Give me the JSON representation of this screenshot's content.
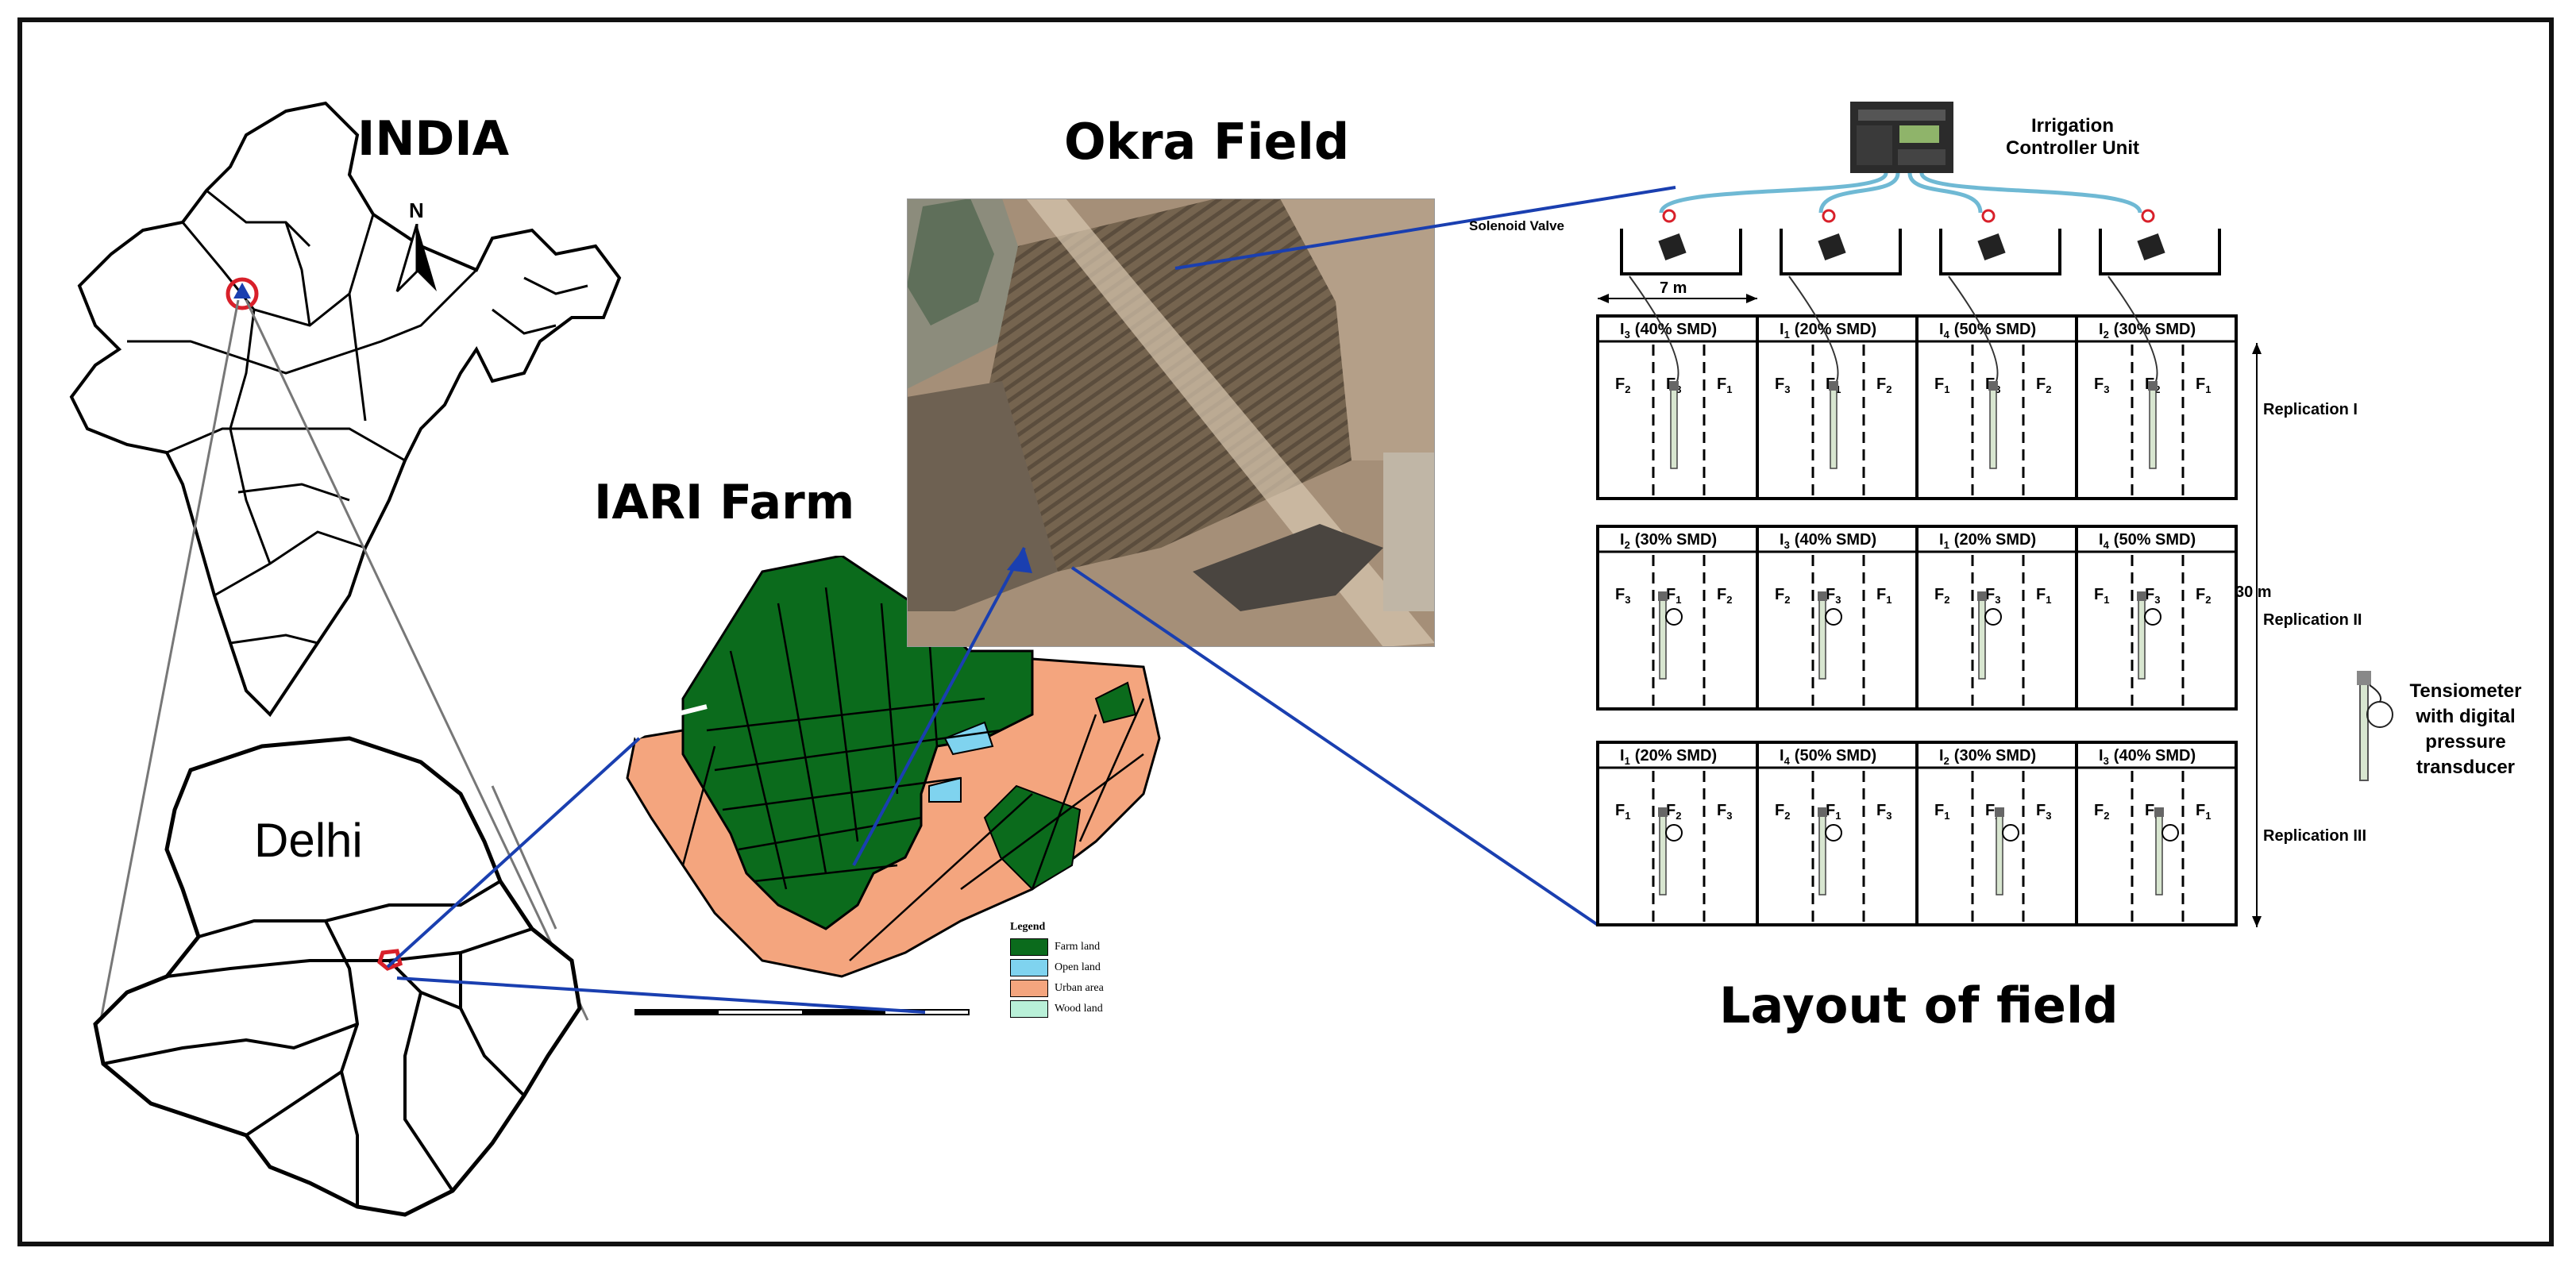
{
  "titles": {
    "india": "INDIA",
    "okra_field": "Okra Field",
    "iari_farm": "IARI Farm",
    "delhi": "Delhi",
    "layout_of_field": "Layout of field"
  },
  "north_arrow_label": "N",
  "controller": {
    "line1": "Irrigation",
    "line2": "Controller Unit"
  },
  "solenoid_valve_label": "Solenoid Valve",
  "dimensions": {
    "width": "7 m",
    "length": "30 m"
  },
  "replications": [
    {
      "label": "Replication I",
      "blocks": [
        {
          "sub": "3",
          "smd": "(40% SMD)",
          "f": [
            "2",
            "3",
            "1"
          ],
          "sensor": 1
        },
        {
          "sub": "1",
          "smd": "(20% SMD)",
          "f": [
            "3",
            "1",
            "2"
          ],
          "sensor": 1
        },
        {
          "sub": "4",
          "smd": "(50% SMD)",
          "f": [
            "1",
            "3",
            "2"
          ],
          "sensor": 1
        },
        {
          "sub": "2",
          "smd": "(30% SMD)",
          "f": [
            "3",
            "2",
            "1"
          ],
          "sensor": 1
        }
      ]
    },
    {
      "label": "Replication II",
      "blocks": [
        {
          "sub": "2",
          "smd": "(30% SMD)",
          "f": [
            "3",
            "1",
            "2"
          ],
          "sensor": 1
        },
        {
          "sub": "3",
          "smd": "(40% SMD)",
          "f": [
            "2",
            "3",
            "1"
          ],
          "sensor": 0
        },
        {
          "sub": "1",
          "smd": "(20% SMD)",
          "f": [
            "2",
            "3",
            "1"
          ],
          "sensor": 1
        },
        {
          "sub": "4",
          "smd": "(50% SMD)",
          "f": [
            "1",
            "3",
            "2"
          ],
          "sensor": 0
        }
      ]
    },
    {
      "label": "Replication III",
      "blocks": [
        {
          "sub": "1",
          "smd": "(20% SMD)",
          "f": [
            "1",
            "2",
            "3"
          ],
          "sensor": 1
        },
        {
          "sub": "4",
          "smd": "(50% SMD)",
          "f": [
            "2",
            "1",
            "3"
          ],
          "sensor": 0
        },
        {
          "sub": "2",
          "smd": "(30% SMD)",
          "f": [
            "1",
            "2",
            "3"
          ],
          "sensor": 2
        },
        {
          "sub": "3",
          "smd": "(40% SMD)",
          "f": [
            "2",
            "3",
            "1"
          ],
          "sensor": 2
        }
      ]
    }
  ],
  "tensiometer": {
    "line1": "Tensiometer",
    "line2": "with digital",
    "line3": "pressure",
    "line4": "transducer"
  },
  "legend": {
    "title": "Legend",
    "items": [
      {
        "label": "Farm land",
        "color": "#0b6b1c"
      },
      {
        "label": "Open land",
        "color": "#7fd3ef"
      },
      {
        "label": "Urban area",
        "color": "#f4a57e"
      },
      {
        "label": "Wood land",
        "color": "#b9f0d8"
      }
    ]
  },
  "colors": {
    "connector": "#1a3fb0",
    "farm_green": "#0b6b1c",
    "urban_orange": "#f4a57e",
    "open_blue": "#7fd3ef",
    "pipe": "#6fb9d4",
    "marker_red": "#d8202a"
  }
}
